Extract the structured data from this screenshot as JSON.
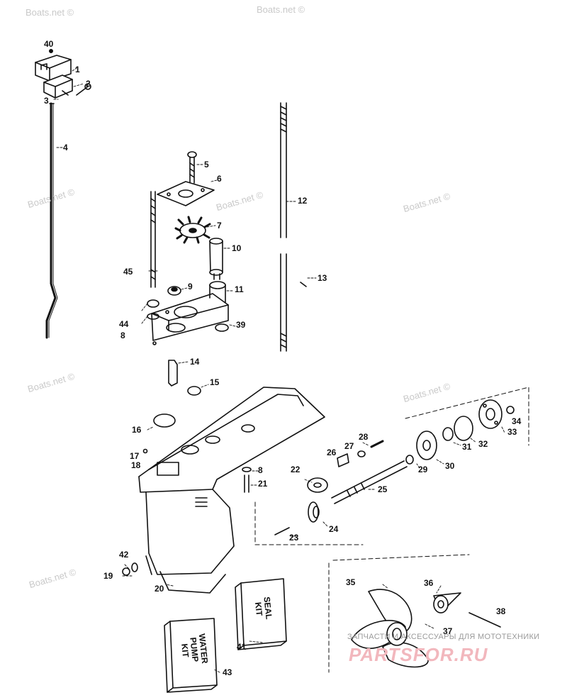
{
  "watermarks": [
    "Boats.net ©",
    "Boats.net ©",
    "Boats.net ©",
    "Boats.net ©",
    "Boats.net ©",
    "Boats.net ©",
    "Boats.net ©",
    "Boats.net ©"
  ],
  "part_numbers": [
    "1",
    "2",
    "3",
    "4",
    "5",
    "6",
    "7",
    "8",
    "8",
    "9",
    "10",
    "11",
    "12",
    "13",
    "14",
    "15",
    "16",
    "17",
    "18",
    "19",
    "20",
    "21",
    "22",
    "23",
    "24",
    "25",
    "26",
    "27",
    "28",
    "29",
    "30",
    "31",
    "32",
    "33",
    "34",
    "35",
    "36",
    "37",
    "38",
    "39",
    "40",
    "41",
    "42",
    "43",
    "44",
    "45"
  ],
  "kits": {
    "seal": [
      "SEAL",
      "KIT"
    ],
    "water_pump": [
      "WATER",
      "PUMP",
      "KIT"
    ]
  },
  "branding": {
    "tagline": "ЗАПЧАСТИ И АКСЕССУАРЫ ДЛЯ МОТОТЕХНИКИ",
    "logo": "PARTSFOR.RU"
  }
}
